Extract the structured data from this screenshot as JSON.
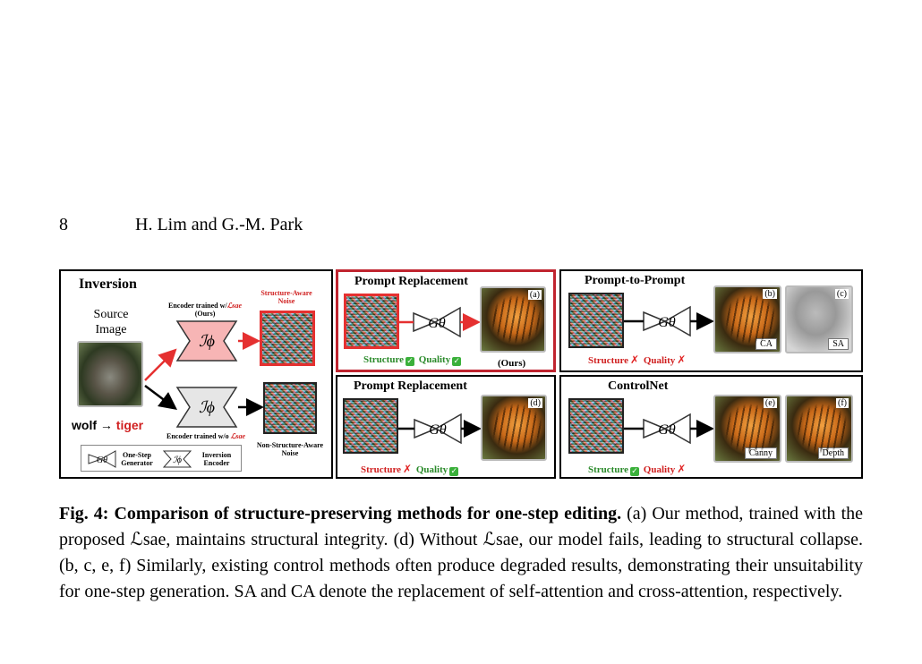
{
  "header": {
    "page_number": "8",
    "authors": "H. Lim and G.-M. Park"
  },
  "figure": {
    "inversion": {
      "title": "Inversion",
      "source_label": "Source Image",
      "encoder_top_label": "Encoder trained w/",
      "encoder_top_loss": "ℒsae",
      "ours": "(Ours)",
      "encoder_symbol": "ℐϕ",
      "structure_aware_label": "Structure-Aware Noise",
      "edit_prompt_from": "wolf",
      "edit_arrow": "→",
      "edit_prompt_to": "tiger",
      "encoder_bottom_label": "Encoder trained w/o",
      "encoder_bottom_loss": "ℒsae",
      "non_structure_label": "Non-Structure-Aware Noise",
      "legend_gen_symbol": "Gθ",
      "legend_gen_label": "One-Step Generator",
      "legend_enc_symbol": "ℐϕ",
      "legend_enc_label": "Inversion Encoder"
    },
    "panel_a": {
      "title": "Prompt Replacement",
      "generator": "Gθ",
      "corner": "(a)",
      "structure": "Structure",
      "quality": "Quality",
      "ours": "(Ours)"
    },
    "panel_b": {
      "title": "Prompt-to-Prompt",
      "generator": "Gθ",
      "corner_b": "(b)",
      "corner_c": "(c)",
      "label_b": "CA",
      "label_c": "SA",
      "structure": "Structure",
      "quality": "Quality"
    },
    "panel_d": {
      "title": "Prompt Replacement",
      "generator": "Gθ",
      "corner": "(d)",
      "structure": "Structure",
      "quality": "Quality"
    },
    "panel_e": {
      "title": "ControlNet",
      "generator": "Gθ",
      "corner_e": "(e)",
      "corner_f": "(f)",
      "label_e": "Canny",
      "label_f": "Depth",
      "structure": "Structure",
      "quality": "Quality"
    }
  },
  "caption": {
    "label": "Fig. 4:",
    "bold_title": "Comparison of structure-preserving methods for one-step editing.",
    "body": "(a) Our method, trained with the proposed ℒsae, maintains structural integrity. (d) Without ℒsae, our model fails, leading to structural collapse. (b, c, e, f) Similarly, existing control methods often produce degraded results, demonstrating their unsuitability for one-step generation. SA and CA denote the replacement of self-attention and cross-attention, respectively."
  },
  "colors": {
    "highlight_red": "#c0242f",
    "encoder_pink": "#f7b5b5",
    "check_green": "#3ab03a",
    "cross_red": "#e02020"
  }
}
